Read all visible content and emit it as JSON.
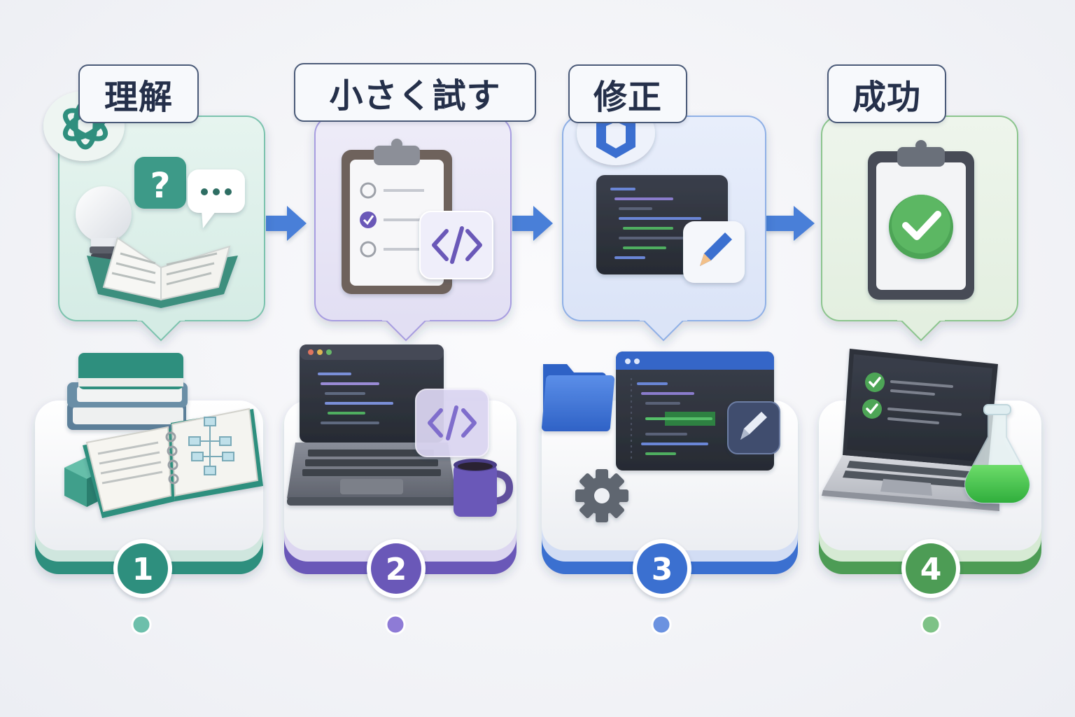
{
  "steps": [
    {
      "label": "理解",
      "number": "1",
      "color": "#2f8f7e"
    },
    {
      "label": "小さく試す",
      "number": "2",
      "color": "#6a58b8"
    },
    {
      "label": "修正",
      "number": "3",
      "color": "#3b6fd0"
    },
    {
      "label": "成功",
      "number": "4",
      "color": "#4e9c55"
    }
  ],
  "icons": {
    "step1_card": [
      "openai-logo-icon",
      "question-mark-icon",
      "speech-bubble-icon",
      "lightbulb-icon",
      "open-book-icon"
    ],
    "step1_base": [
      "book-stack-icon",
      "flowchart-notebook-icon",
      "cube-icon"
    ],
    "step2_card": [
      "checklist-clipboard-icon",
      "code-tag-icon"
    ],
    "step2_base": [
      "laptop-code-icon",
      "code-tag-icon",
      "coffee-mug-icon"
    ],
    "step3_card": [
      "shield-icon",
      "code-window-icon",
      "pencil-icon"
    ],
    "step3_base": [
      "folder-icon",
      "code-editor-window-icon",
      "pencil-icon",
      "gear-icon"
    ],
    "step4_card": [
      "success-clipboard-icon",
      "checkmark-icon"
    ],
    "step4_base": [
      "laptop-checklist-icon",
      "flask-icon"
    ],
    "connectors": "arrow-right-icon"
  }
}
